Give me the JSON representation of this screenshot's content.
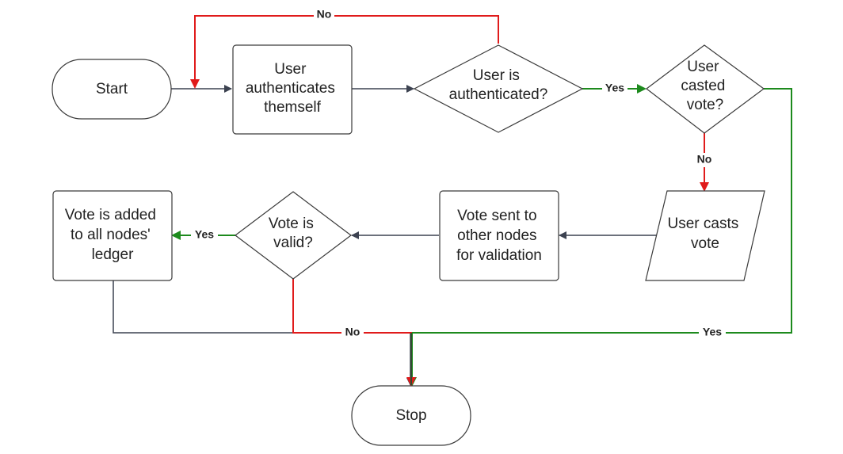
{
  "colors": {
    "neutral_edge": "#3c4250",
    "no_edge": "#e01b1b",
    "yes_edge": "#1d8a1d",
    "shape_stroke": "#3a3a3a",
    "text": "#222222"
  },
  "nodes": {
    "start": {
      "lines": [
        "Start"
      ]
    },
    "authenticate": {
      "lines": [
        "User",
        "authenticates",
        "themself"
      ]
    },
    "is_authenticated": {
      "lines": [
        "User is",
        "authenticated?"
      ]
    },
    "casted_vote": {
      "lines": [
        "User",
        "casted",
        "vote?"
      ]
    },
    "casts_vote": {
      "lines": [
        "User casts",
        "vote"
      ]
    },
    "sent_validation": {
      "lines": [
        "Vote sent to",
        "other nodes",
        "for validation"
      ]
    },
    "vote_valid": {
      "lines": [
        "Vote is",
        "valid?"
      ]
    },
    "added_ledger": {
      "lines": [
        "Vote is added",
        "to all nodes'",
        "ledger"
      ]
    },
    "stop": {
      "lines": [
        "Stop"
      ]
    }
  },
  "edge_labels": {
    "auth_no": "No",
    "auth_yes": "Yes",
    "casted_no": "No",
    "casted_yes": "Yes",
    "valid_yes": "Yes",
    "valid_no": "No"
  }
}
